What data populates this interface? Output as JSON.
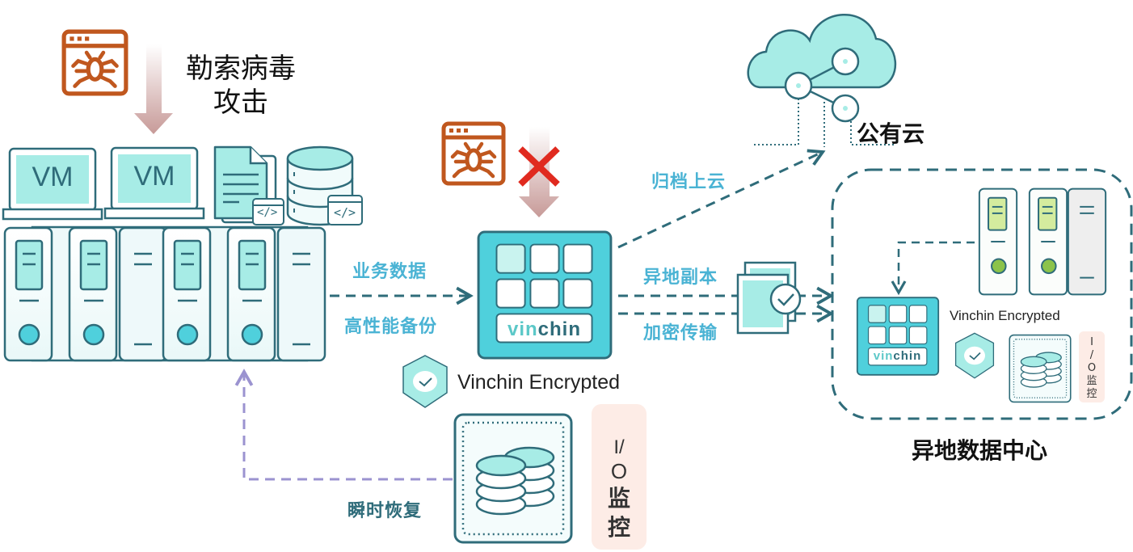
{
  "diagram": {
    "attack_title": "勒索病毒\n攻击",
    "attack_line1": "勒索病毒",
    "attack_line2": "攻击",
    "vm_labels": [
      "VM",
      "VM"
    ],
    "public_cloud": "公有云",
    "remote_dc": "异地数据中心",
    "flows": {
      "business_data": "业务数据",
      "high_perf_backup": "高性能备份",
      "archive_cloud": "归档上云",
      "offsite_copy": "异地副本",
      "encrypted_transfer": "加密传输",
      "instant_restore": "瞬时恢复"
    },
    "brand": {
      "part1": "vin",
      "part2": "chin"
    },
    "encrypted_label": "Vinchin Encrypted",
    "io_monitor": {
      "io": "I/O",
      "i": "I",
      "slash": "/",
      "o": "O",
      "monitor1": "监",
      "monitor2": "控"
    },
    "code_tag": "</>",
    "colors": {
      "teal_dark": "#2f6c7a",
      "teal_fill": "#a7ece6",
      "teal_box": "#4fd0dc",
      "label_blue": "#4ab3d4",
      "virus_orange": "#c0571e",
      "block_red": "#e02a1f",
      "restore_purple": "#9b93d0",
      "io_bg": "#fdece6",
      "green_server": "#8cc34a"
    }
  }
}
